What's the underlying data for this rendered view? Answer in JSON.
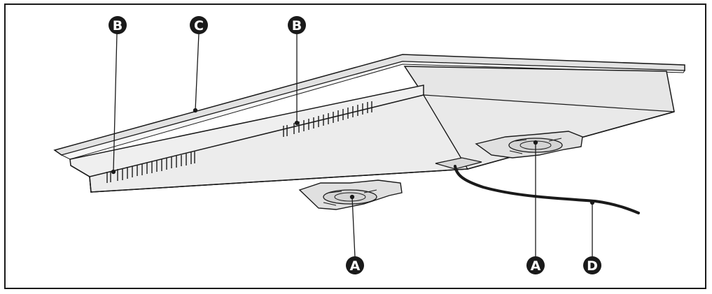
{
  "diagram": {
    "callouts": {
      "a_left": "A",
      "a_right": "A",
      "b_left": "B",
      "b_mid": "B",
      "c": "C",
      "d": "D"
    },
    "colors": {
      "line": "#1a1a1a",
      "fill": "#ebebeb",
      "callout_bg": "#1a1a1a",
      "callout_text": "#ffffff"
    }
  }
}
